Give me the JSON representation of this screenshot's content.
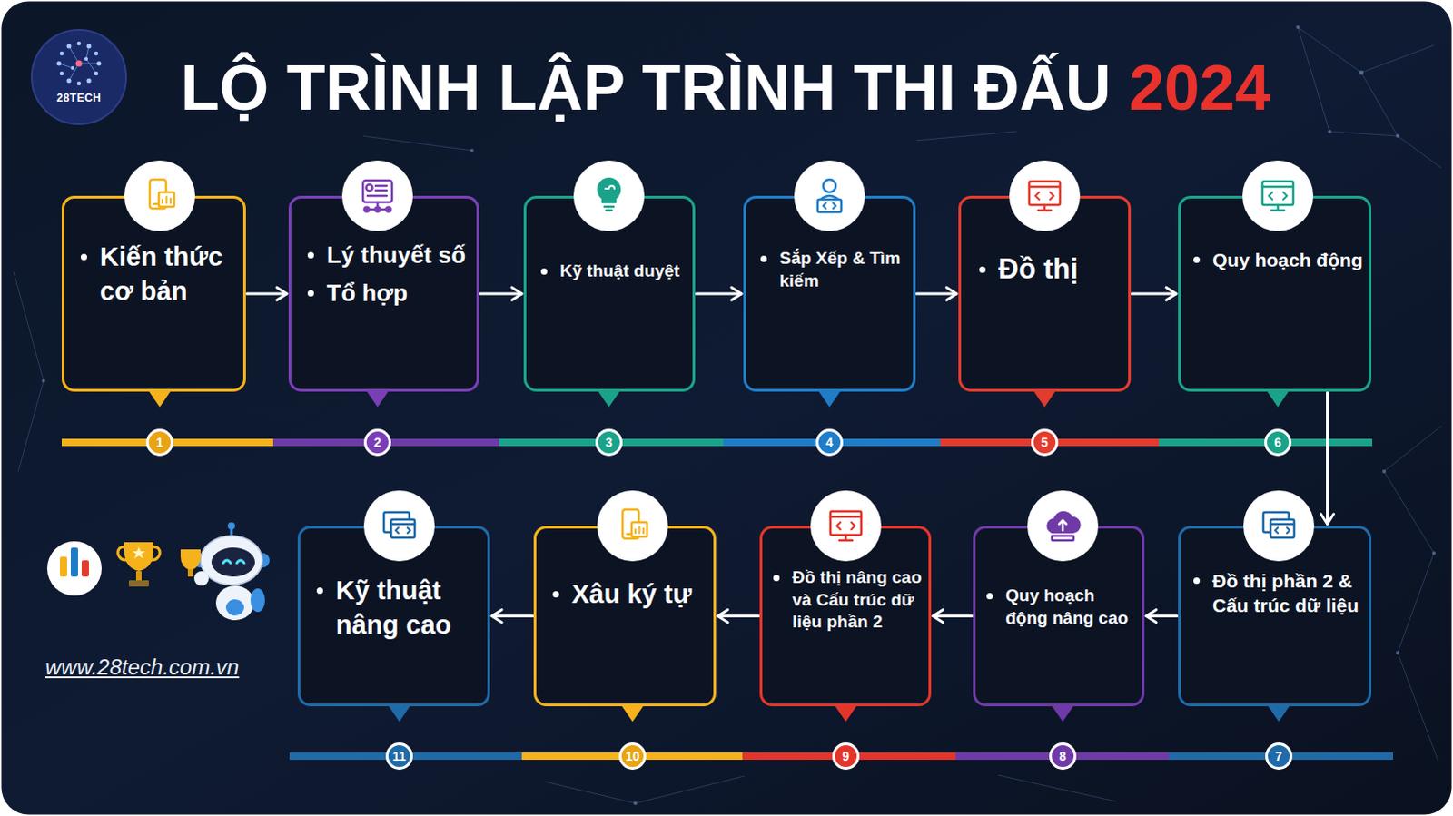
{
  "diagram": {
    "title": "LỘ TRÌNH LẬP TRÌNH THI ĐẤU",
    "nodes": [
      {
        "text": [
          "Kiến thức cơ bản"
        ]
      },
      {
        "text": [
          "Lý thuyết số",
          "Tổ hợp"
        ]
      },
      {
        "text": [
          "Kỹ thuật duyệt"
        ]
      },
      {
        "text": [
          "Sắp Xếp & Tìm kiếm"
        ]
      },
      {
        "text": [
          "Đồ thị"
        ]
      },
      {
        "text": [
          "Quy hoạch động"
        ]
      },
      {
        "text": [
          "Đồ thị phần 2 & Cấu trúc dữ liệu"
        ]
      },
      {
        "text": [
          "Quy hoạch động nâng cao"
        ]
      },
      {
        "text": [
          "Đồ thị nâng cao và Cấu trúc dữ liệu phần 2"
        ]
      },
      {
        "text": [
          "Xâu ký tự"
        ]
      },
      {
        "text": [
          "Kỹ thuật nâng cao"
        ]
      }
    ],
    "edges": [
      {
        "from": 0,
        "to": 1,
        "arrow": "to"
      },
      {
        "from": 1,
        "to": 2,
        "arrow": "to"
      },
      {
        "from": 2,
        "to": 3,
        "arrow": "to"
      },
      {
        "from": 3,
        "to": 4,
        "arrow": "to"
      },
      {
        "from": 4,
        "to": 5,
        "arrow": "to"
      },
      {
        "from": 5,
        "to": 6,
        "arrow": "to"
      },
      {
        "from": 6,
        "to": 7,
        "arrow": "to"
      },
      {
        "from": 7,
        "to": 8,
        "arrow": "to"
      },
      {
        "from": 8,
        "to": 9,
        "arrow": "to"
      },
      {
        "from": 9,
        "to": 10,
        "arrow": "to"
      }
    ],
    "labels": [
      "2024",
      "28TECH",
      "1",
      "2",
      "3",
      "4",
      "5",
      "6",
      "7",
      "8",
      "9",
      "10",
      "11",
      "www.28tech.com.vn"
    ]
  }
}
